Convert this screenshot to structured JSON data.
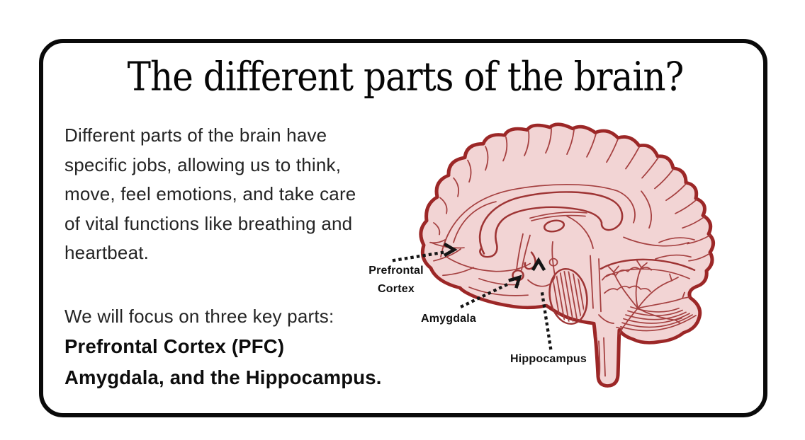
{
  "slide": {
    "title": "The different parts of the brain?",
    "intro_lines": [
      "Different parts of the brain have",
      "specific jobs, allowing us to think,",
      "move, feel emotions, and take care",
      "of vital functions like breathing and",
      "heartbeat."
    ],
    "focus": {
      "line1": "We will focus on three key parts:",
      "line2": "Prefrontal Cortex (PFC)",
      "line3": "Amygdala, and the Hippocampus."
    }
  },
  "diagram": {
    "description": "Sagittal cross-section illustration of a human brain with dotted arrows pointing to labeled regions",
    "labels": {
      "prefrontal_line1": "Prefrontal",
      "prefrontal_line2": "Cortex",
      "amygdala": "Amygdala",
      "hippocampus": "Hippocampus"
    },
    "colors": {
      "brain_fill": "#F2D4D4",
      "brain_fine_line": "#A54040",
      "brain_outline": "#9C2727",
      "arrow_and_label": "#151515",
      "body_text": "#242424",
      "card_border": "#0A0A0A",
      "background": "#FFFFFF"
    }
  }
}
